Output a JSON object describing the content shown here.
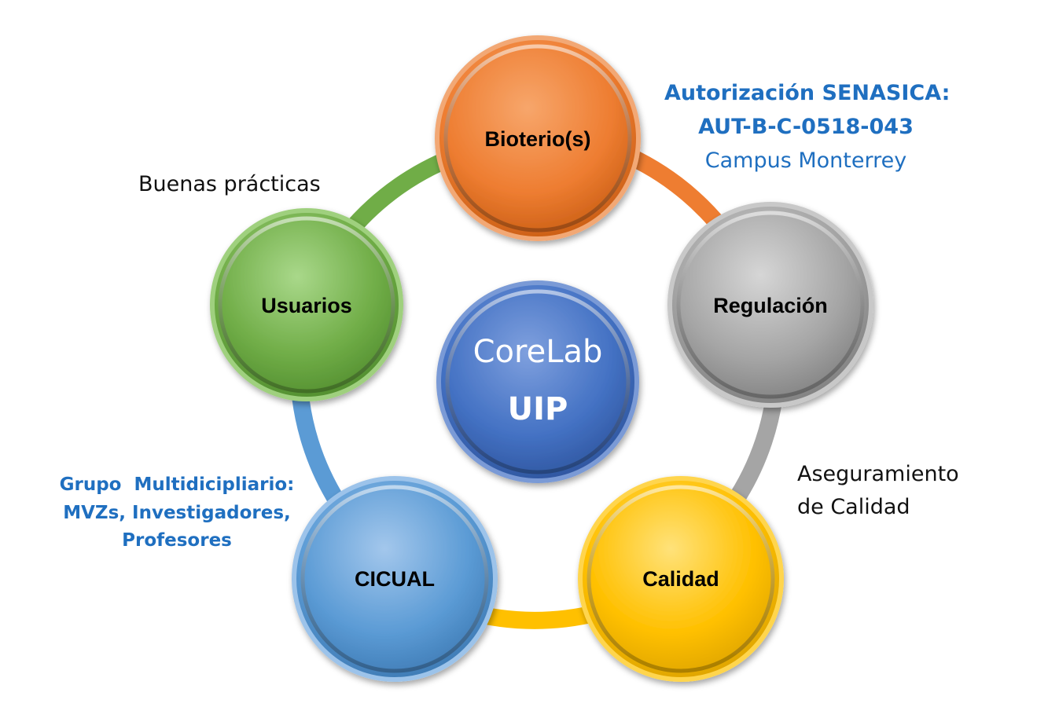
{
  "center": {
    "title": "CoreLab",
    "subtitle": "UIP"
  },
  "nodes": [
    {
      "id": "bioterio",
      "label": "Bioterio(s)",
      "color": "#ee7d31"
    },
    {
      "id": "regulacion",
      "label": "Regulación",
      "color": "#a5a5a5"
    },
    {
      "id": "calidad",
      "label": "Calidad",
      "color": "#ffc000"
    },
    {
      "id": "cicual",
      "label": "CICUAL",
      "color": "#5b9bd5"
    },
    {
      "id": "usuarios",
      "label": "Usuarios",
      "color": "#70ad47"
    }
  ],
  "notes": {
    "senasica": {
      "line1": "Autorización SENASICA:",
      "line2": "AUT-B-C-0518-043",
      "line3": "Campus Monterrey"
    },
    "buenas_practicas": "Buenas prácticas",
    "aseguramiento": {
      "line1": "Aseguramiento",
      "line2": "de Calidad"
    },
    "grupo": {
      "line1": "Grupo  Multidicipliario:",
      "line2": "MVZs, Investigadores,",
      "line3": "Profesores"
    }
  },
  "colors": {
    "center": "#4472c4",
    "note_blue": "#1f6fc0"
  }
}
